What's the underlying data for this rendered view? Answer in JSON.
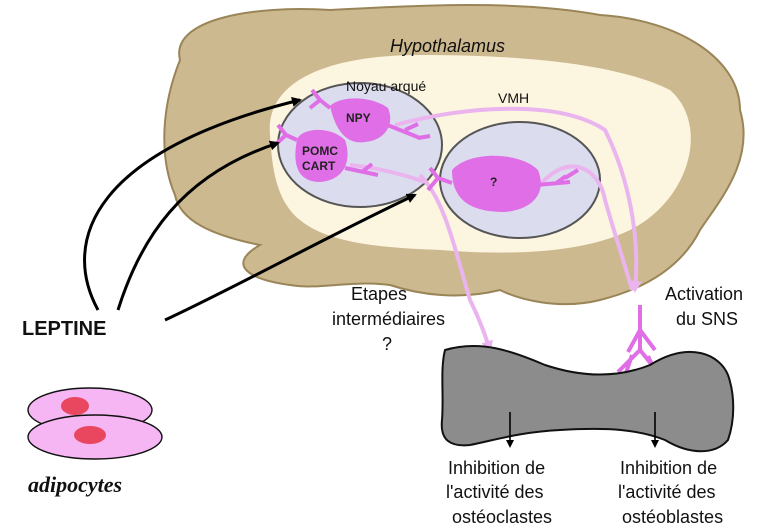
{
  "title": "Hypothalamus",
  "nuclei": {
    "arcuate": "Noyau arqué",
    "vmh": "VMH"
  },
  "neurons": {
    "npy": "NPY",
    "pomc_line1": "POMC",
    "pomc_line2": "CART",
    "unknown": "?"
  },
  "hormone": "LEPTINE",
  "cells": "adipocytes",
  "intermediate": [
    "Etapes",
    "intermédiaires",
    "?"
  ],
  "sns": [
    "Activation",
    "du SNS"
  ],
  "osteoclast_effect": [
    "Inhibition de",
    "l'activité des",
    "ostéoclastes"
  ],
  "osteoblast_effect": [
    "Inhibition de",
    "l'activité des",
    "ostéoblastes"
  ],
  "colors": {
    "brain": "#cdb98f",
    "hypothalamus_area": "#fcf5e0",
    "nucleus_fill": "#dcdcef",
    "neuron": "#e06ee6",
    "pathway": "#eab4ee",
    "bone": "#8c8c8c",
    "adipocyte": "#f6b6f3",
    "adipocyte_nucleus": "#e8475f"
  }
}
